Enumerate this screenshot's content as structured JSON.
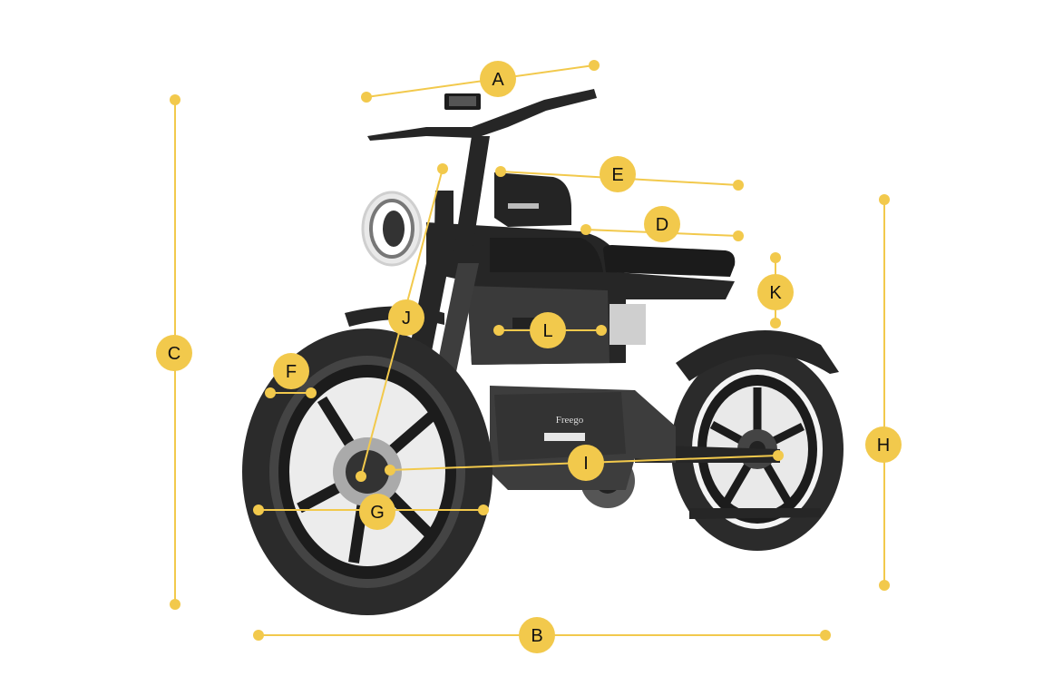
{
  "diagram": {
    "dimension_labels": [
      "A",
      "B",
      "C",
      "D",
      "E",
      "F",
      "G",
      "H",
      "I",
      "J",
      "K",
      "L"
    ],
    "accent_color": "#f2c94c",
    "badge_text_color": "#111111",
    "frame_logo_text": "Freego"
  }
}
